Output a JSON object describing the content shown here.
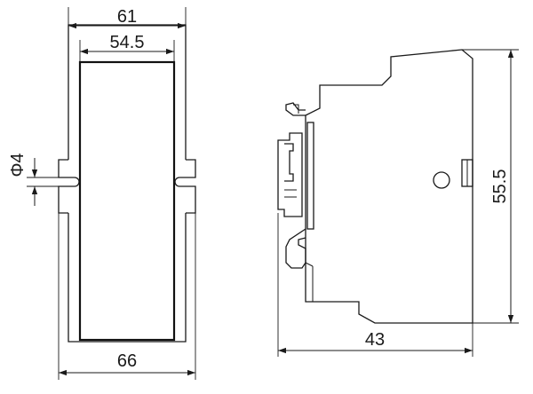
{
  "dimensions": {
    "outer_width": "61",
    "inner_width": "54.5",
    "bottom_width": "66",
    "hole_diameter": "Φ4",
    "depth": "43",
    "height": "55.5"
  },
  "colors": {
    "line": "#1a1a1a",
    "background": "#ffffff"
  }
}
